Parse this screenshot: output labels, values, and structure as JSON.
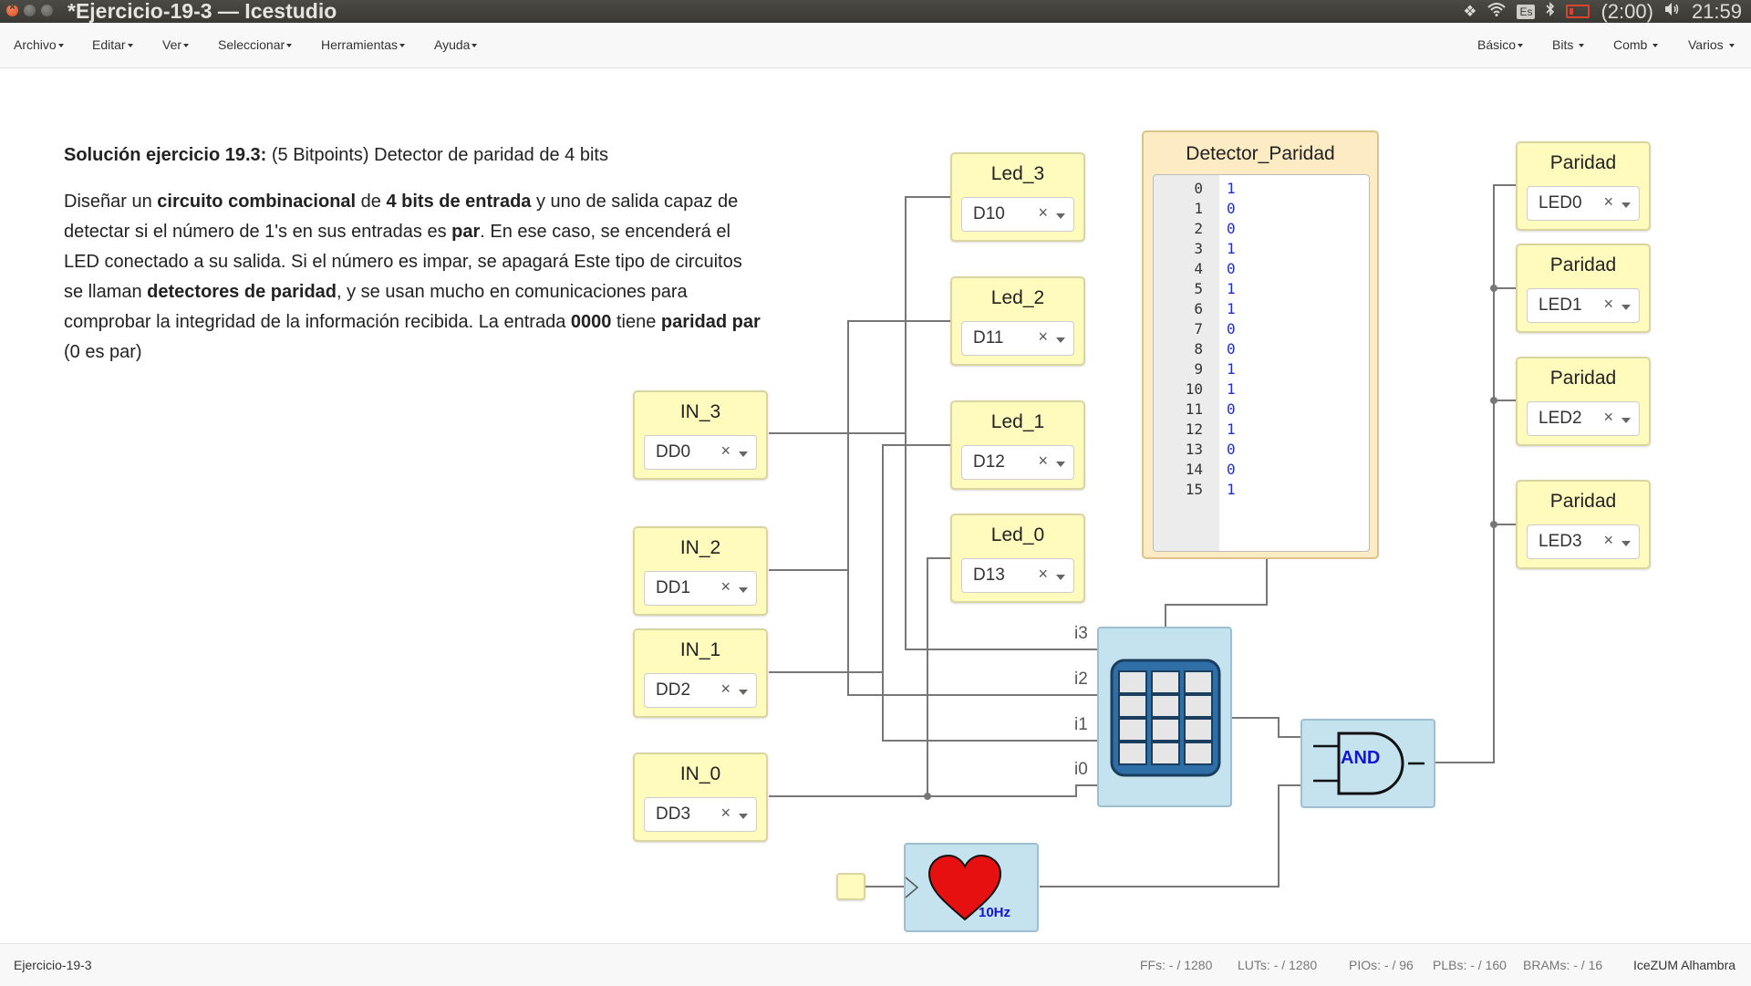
{
  "window": {
    "title": "*Ejercicio-19-3 — Icestudio",
    "close_glyph": "×",
    "tray": {
      "keyboard": "Es",
      "battery": "(2:00)",
      "clock": "21:59"
    }
  },
  "menu": {
    "left": [
      "Archivo",
      "Editar",
      "Ver",
      "Seleccionar",
      "Herramientas",
      "Ayuda"
    ],
    "right": [
      "Básico",
      "Bits",
      "Comb",
      "Varios"
    ]
  },
  "info": {
    "title_bold": "Solución ejercicio 19.3:",
    "title_rest": " (5 Bitpoints) Detector de paridad de 4 bits",
    "body": [
      {
        "t": "Diseñar un ",
        "b": false
      },
      {
        "t": "circuito combinacional",
        "b": true
      },
      {
        "t": " de ",
        "b": false
      },
      {
        "t": "4 bits de entrada",
        "b": true
      },
      {
        "t": " y uno de salida capaz de detectar si el número de 1's en sus entradas es ",
        "b": false
      },
      {
        "t": "par",
        "b": true
      },
      {
        "t": ". En ese caso, se encenderá el LED conectado a su salida. Si el número es impar, se apagará Este tipo de circuitos se llaman ",
        "b": false
      },
      {
        "t": "detectores de paridad",
        "b": true
      },
      {
        "t": ", y se usan mucho en comunicaciones para comprobar la integridad de la información recibida. La entrada ",
        "b": false
      },
      {
        "t": "0000",
        "b": true
      },
      {
        "t": " tiene ",
        "b": false
      },
      {
        "t": "paridad par",
        "b": true
      },
      {
        "t": " (0 es par)",
        "b": false
      }
    ]
  },
  "clear_glyph": "×",
  "inputs": [
    {
      "name": "IN_3",
      "pin": "DD0"
    },
    {
      "name": "IN_2",
      "pin": "DD1"
    },
    {
      "name": "IN_1",
      "pin": "DD2"
    },
    {
      "name": "IN_0",
      "pin": "DD3"
    }
  ],
  "leds": [
    {
      "name": "Led_3",
      "pin": "D10"
    },
    {
      "name": "Led_2",
      "pin": "D11"
    },
    {
      "name": "Led_1",
      "pin": "D12"
    },
    {
      "name": "Led_0",
      "pin": "D13"
    }
  ],
  "outputs": [
    {
      "name": "Paridad",
      "pin": "LED0"
    },
    {
      "name": "Paridad",
      "pin": "LED1"
    },
    {
      "name": "Paridad",
      "pin": "LED2"
    },
    {
      "name": "Paridad",
      "pin": "LED3"
    }
  ],
  "memory": {
    "title": "Detector_Paridad",
    "rows": [
      {
        "n": "0",
        "v": "1"
      },
      {
        "n": "1",
        "v": "0"
      },
      {
        "n": "2",
        "v": "0"
      },
      {
        "n": "3",
        "v": "1"
      },
      {
        "n": "4",
        "v": "0"
      },
      {
        "n": "5",
        "v": "1"
      },
      {
        "n": "6",
        "v": "1"
      },
      {
        "n": "7",
        "v": "0"
      },
      {
        "n": "8",
        "v": "0"
      },
      {
        "n": "9",
        "v": "1"
      },
      {
        "n": "10",
        "v": "1"
      },
      {
        "n": "11",
        "v": "0"
      },
      {
        "n": "12",
        "v": "1"
      },
      {
        "n": "13",
        "v": "0"
      },
      {
        "n": "14",
        "v": "0"
      },
      {
        "n": "15",
        "v": "1"
      }
    ]
  },
  "table_ports": [
    "i3",
    "i2",
    "i1",
    "i0"
  ],
  "and_label": "AND",
  "clock_label": "10Hz",
  "footer": {
    "project": "Ejercicio-19-3",
    "stats": [
      {
        "label": "FFs:",
        "value": "- / 1280"
      },
      {
        "label": "LUTs:",
        "value": "- / 1280"
      },
      {
        "label": "PIOs:",
        "value": "- / 96"
      },
      {
        "label": "PLBs:",
        "value": "- / 160"
      },
      {
        "label": "BRAMs:",
        "value": "- / 16"
      }
    ],
    "board": "IceZUM Alhambra"
  },
  "colors": {
    "pin_block": "#fffbbd",
    "logic_block": "#c5e2ef",
    "memory_block": "#fdebc4",
    "wire": "#777777",
    "and_text": "#1515d0",
    "memory_values": "#1d2fd8",
    "heart": "#e5100f",
    "table_icon": "#2e6fa7"
  },
  "icons": [
    "close-icon",
    "minimize-icon",
    "maximize-icon",
    "dropbox-icon",
    "wifi-icon",
    "bluetooth-icon",
    "battery-icon",
    "volume-icon",
    "table-icon",
    "heart-icon",
    "and-gate-icon"
  ]
}
